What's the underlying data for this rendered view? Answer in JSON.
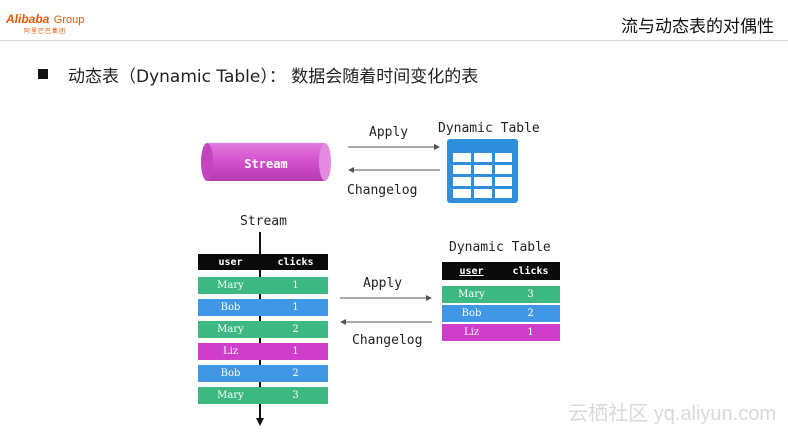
{
  "header": {
    "logo_main": "Alibaba",
    "logo_group": "Group",
    "logo_sub": "阿里巴巴集团",
    "title": "流与动态表的对偶性"
  },
  "headline": "动态表（Dynamic Table）： 数据会随着时间变化的表",
  "top_diagram": {
    "stream_label": "Stream",
    "table_label": "Dynamic Table",
    "apply_label": "Apply",
    "changelog_label": "Changelog"
  },
  "bottom_diagram": {
    "stream_title": "Stream",
    "table_title": "Dynamic Table",
    "apply_label": "Apply",
    "changelog_label": "Changelog",
    "columns": [
      "user",
      "clicks"
    ],
    "stream_rows": [
      {
        "user": "Mary",
        "clicks": "1",
        "color": "#3cb882"
      },
      {
        "user": "Bob",
        "clicks": "1",
        "color": "#3f97e6"
      },
      {
        "user": "Mary",
        "clicks": "2",
        "color": "#3cb882"
      },
      {
        "user": "Liz",
        "clicks": "1",
        "color": "#cf3dcb"
      },
      {
        "user": "Bob",
        "clicks": "2",
        "color": "#3f97e6"
      },
      {
        "user": "Mary",
        "clicks": "3",
        "color": "#3cb882"
      }
    ],
    "table_rows": [
      {
        "user": "Mary",
        "clicks": "3",
        "color": "#3cb882"
      },
      {
        "user": "Bob",
        "clicks": "2",
        "color": "#3f97e6"
      },
      {
        "user": "Liz",
        "clicks": "1",
        "color": "#cf3dcb"
      }
    ]
  },
  "colors": {
    "stream_pipe": "#d34fce",
    "table_icon": "#2f8fdd",
    "header_row": "#0a0a0a"
  },
  "watermark": "云栖社区 yq.aliyun.com"
}
